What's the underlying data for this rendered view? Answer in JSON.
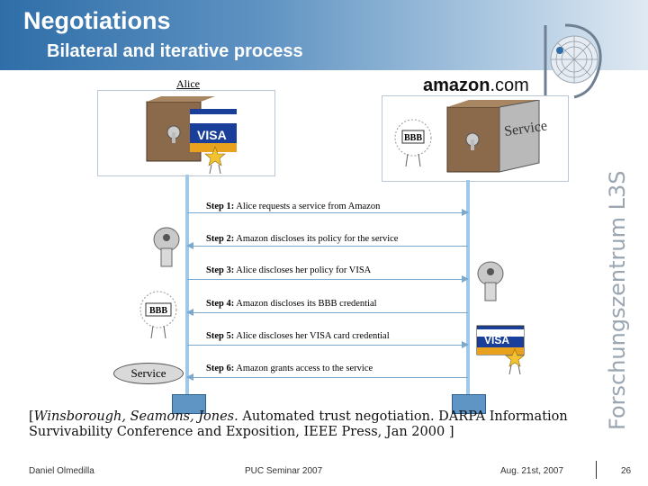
{
  "slide": {
    "title": "Negotiations",
    "subtitle": "Bilateral and iterative process",
    "side_label": "Forschungszentrum L3S"
  },
  "parties": {
    "alice": "Alice",
    "amazon_brand": "amazon",
    "amazon_tld": ".com",
    "service_box_text": "Service",
    "visa_text": "VISA",
    "bbb_text": "BBB"
  },
  "steps": [
    {
      "label": "Step 1:",
      "text": "Alice requests a service from Amazon",
      "direction": "right"
    },
    {
      "label": "Step 2:",
      "text": "Amazon  discloses its policy for the service",
      "direction": "left"
    },
    {
      "label": "Step 3:",
      "text": "Alice discloses her policy for VISA",
      "direction": "right"
    },
    {
      "label": "Step 4:",
      "text": "Amazon discloses its BBB credential",
      "direction": "left"
    },
    {
      "label": "Step 5:",
      "text": "Alice  discloses  her VISA card credential",
      "direction": "right"
    },
    {
      "label": "Step 6:",
      "text": "Amazon grants access to the service",
      "direction": "left"
    }
  ],
  "service_label": "Service",
  "citation": {
    "authors": "Winsborough, Seamons, Jones.",
    "open": "[",
    "rest": " Automated trust negotiation. DARPA Information Survivability Conference and Exposition, IEEE Press, Jan 2000 ]"
  },
  "footer": {
    "author": "Daniel Olmedilla",
    "event": "PUC Seminar 2007",
    "date": "Aug. 21st, 2007",
    "page": "26"
  },
  "colors": {
    "header_start": "#2f6ea8",
    "lifeline": "#9fc8ea",
    "visa_blue": "#1a3f9a",
    "visa_gold": "#e8a21d"
  }
}
